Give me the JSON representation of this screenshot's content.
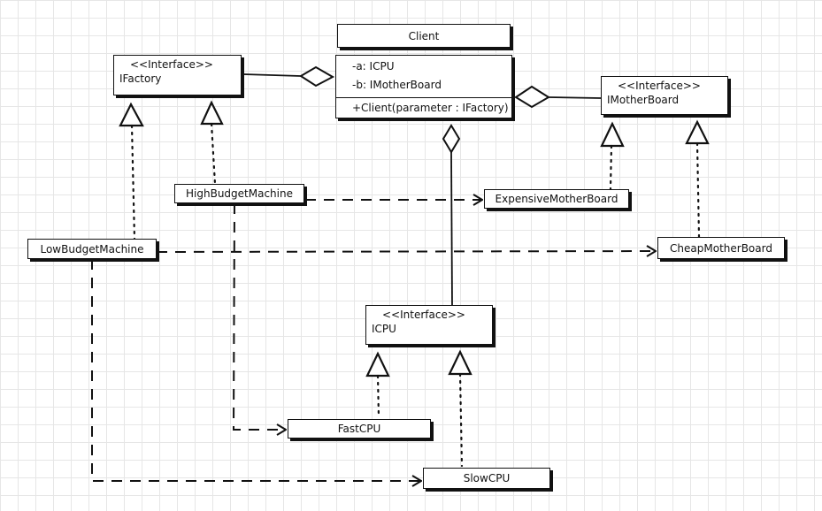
{
  "client": {
    "title": "Client",
    "attributes": [
      "-a: ICPU",
      "-b: IMotherBoard"
    ],
    "operations": [
      "+Client(parameter : IFactory)"
    ]
  },
  "interfaces": {
    "stereotype": "<<Interface>>",
    "ifactory": "IFactory",
    "imotherboard": "IMotherBoard",
    "icpu": "ICPU"
  },
  "classes": {
    "high_budget": "HighBudgetMachine",
    "low_budget": "LowBudgetMachine",
    "expensive_mb": "ExpensiveMotherBoard",
    "cheap_mb": "CheapMotherBoard",
    "fast_cpu": "FastCPU",
    "slow_cpu": "SlowCPU"
  }
}
